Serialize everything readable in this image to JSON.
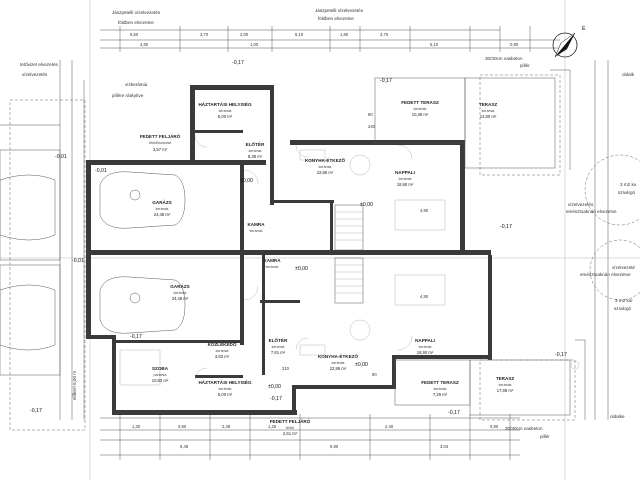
{
  "top_notes": {
    "utility_top_1": "Jászpetelli vízelvezetés",
    "utility_top_2": "földben elvezetve",
    "utility_top_3": "Jászpetelli vízelvezetés",
    "utility_top_4": "földben elvezetve",
    "left_note_1": "tetővizet elvezetés",
    "left_note_2": "vízelvezetés",
    "left_note_3": "vízkerámia",
    "left_note_4": "pillére rátépítve",
    "right_note_1": "30/30cm vasbeton",
    "right_note_2": "pillér",
    "right_side_1": "oldalk",
    "bottom_note_1": "30/30cm vasbeton",
    "bottom_note_2": "pillér",
    "bottom_side": "oldalke",
    "mid_right_1": "vízelvezetés",
    "mid_right_2": "emésztoaknán elvezetve",
    "mid_right_3": "vízelvezeté",
    "mid_right_4": "emésztoaknán elvezetve",
    "circle_label_1": "3 m2 ku",
    "circle_label_2": "szivárgó",
    "circle_label_3": "3 m2 kul",
    "circle_label_4": "szivárgó",
    "left_vertical": "előkert 6,00 m"
  },
  "top_dims": [
    "5,50",
    "3,70",
    "2,00",
    "5,10",
    "1,80",
    "3,70",
    "4,80",
    "1,00",
    "5,10",
    "0,90"
  ],
  "bottom_dims": [
    "1,30",
    "3,90",
    "2,48",
    "1,25",
    "6,48",
    "5,90",
    "3,04",
    "2,40",
    "0,90"
  ],
  "rooms": [
    {
      "name": "HÁZTARTÁSI HELYISÉG",
      "sub": "kerámia",
      "area": "5,00 m²"
    },
    {
      "name": "FEDETT TERASZ",
      "sub": "kerámia",
      "area": "10,39 m²"
    },
    {
      "name": "TERASZ",
      "sub": "kerámia",
      "area": "14,80 m²"
    },
    {
      "name": "FEDETT FELJÁRÓ",
      "sub": "térkő/burkolat",
      "area": "3,57 m²"
    },
    {
      "name": "ELŐTÉR",
      "sub": "kerámia",
      "area": "8,38 m²"
    },
    {
      "name": "KONYHA-ÉTKEZŐ",
      "sub": "kerámia",
      "area": "22,86 m²"
    },
    {
      "name": "NAPPALI",
      "sub": "kerámia",
      "area": "18,90 m²"
    },
    {
      "name": "GARÁZS",
      "sub": "kerámia",
      "area": "24,48 m²"
    },
    {
      "name": "KAMRA",
      "sub": "kerámia",
      "area": ""
    },
    {
      "name": "KAMRA",
      "sub": "kerámia",
      "area": ""
    },
    {
      "name": "GARÁZS",
      "sub": "kerámia",
      "area": "24,48 m²"
    },
    {
      "name": "NAPPALI",
      "sub": "kerámia",
      "area": "18,90 m²"
    },
    {
      "name": "KONYHA-ÉTKEZŐ",
      "sub": "kerámia",
      "area": "22,86 m²"
    },
    {
      "name": "KÖZLEKEDŐ",
      "sub": "kerámia",
      "area": "3,83 m²"
    },
    {
      "name": "ELŐTÉR",
      "sub": "kerámia",
      "area": "7,61 m²"
    },
    {
      "name": "SZOBA",
      "sub": "parketta",
      "area": "10,83 m²"
    },
    {
      "name": "HÁZTARTÁSI HELYISÉG",
      "sub": "kerámia",
      "area": "5,00 m²"
    },
    {
      "name": "FEDETT TERASZ",
      "sub": "kerámia",
      "area": "7,29 m²"
    },
    {
      "name": "TERASZ",
      "sub": "kerámia",
      "area": "17,88 m²"
    },
    {
      "name": "FEDETT FELJÁRÓ",
      "sub": "térkő",
      "area": "2,61 m²"
    }
  ],
  "levels": [
    "-0,17",
    "-0,01",
    "-0,17",
    "±0,00",
    "±0,00",
    "-0,01",
    "-0,01",
    "±0,00",
    "-0,17",
    "±0,00",
    "±0,00",
    "-0,17",
    "-0,17",
    "-0,17",
    "-0,17",
    "-0,17"
  ],
  "small_dims": [
    "90",
    "240",
    "90",
    "240",
    "210",
    "4,90",
    "4,90"
  ],
  "north_label": "É"
}
